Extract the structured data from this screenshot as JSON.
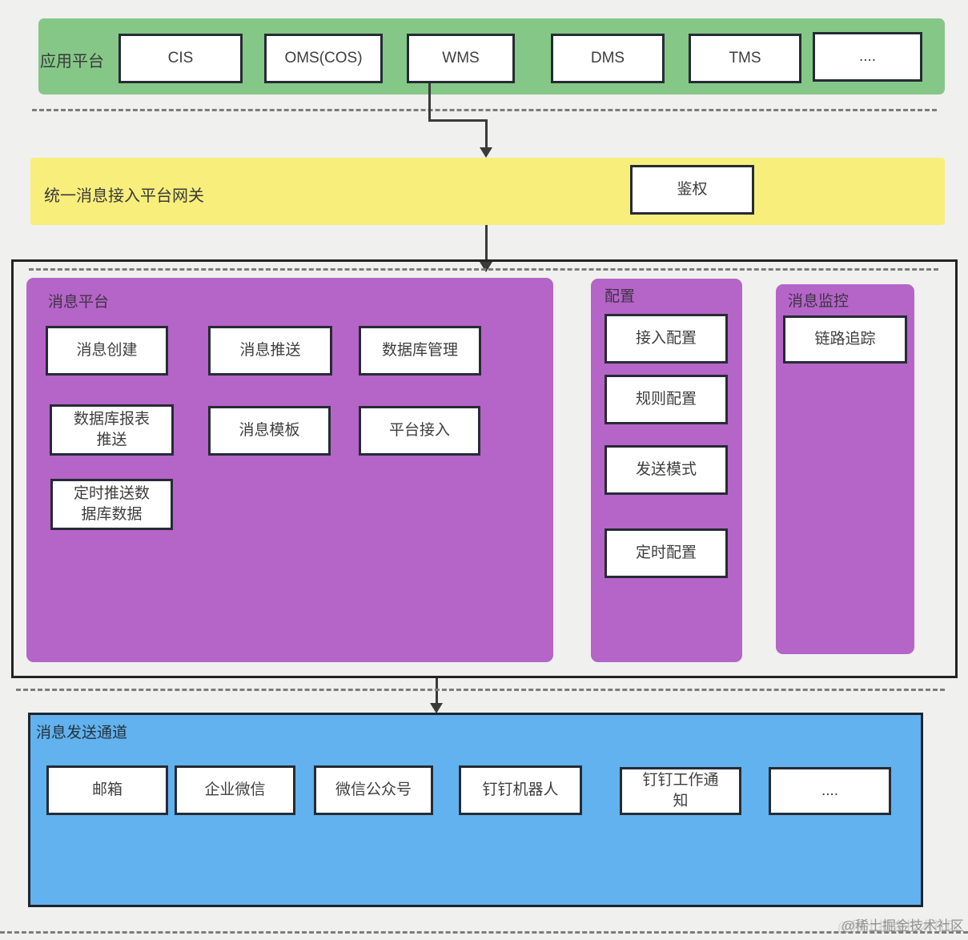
{
  "colors": {
    "background": "#f0f0ee",
    "app_band": "#85c787",
    "gateway_band": "#f8ee7c",
    "platform_panel": "#b564c8",
    "channel_band": "#61b2ee",
    "box_border": "#262b35",
    "arrow": "#3a3a3a"
  },
  "app_platform": {
    "label": "应用平台",
    "systems": [
      "CIS",
      "OMS(COS)",
      "WMS",
      "DMS",
      "TMS",
      "...."
    ]
  },
  "gateway": {
    "label": "统一消息接入平台网关",
    "auth": "鉴权"
  },
  "message_platform": {
    "title": "消息平台",
    "modules": [
      "消息创建",
      "消息推送",
      "数据库管理",
      "数据库报表\n推送",
      "消息模板",
      "平台接入",
      "定时推送数\n据库数据"
    ]
  },
  "config_panel": {
    "title": "配置",
    "items": [
      "接入配置",
      "规则配置",
      "发送模式",
      "定时配置"
    ]
  },
  "monitor_panel": {
    "title": "消息监控",
    "items": [
      "链路追踪"
    ]
  },
  "channels": {
    "title": "消息发送通道",
    "items": [
      "邮箱",
      "企业微信",
      "微信公众号",
      "钉钉机器人",
      "钉钉工作通\n知",
      "...."
    ]
  },
  "watermark": "@稀土掘金技术社区"
}
